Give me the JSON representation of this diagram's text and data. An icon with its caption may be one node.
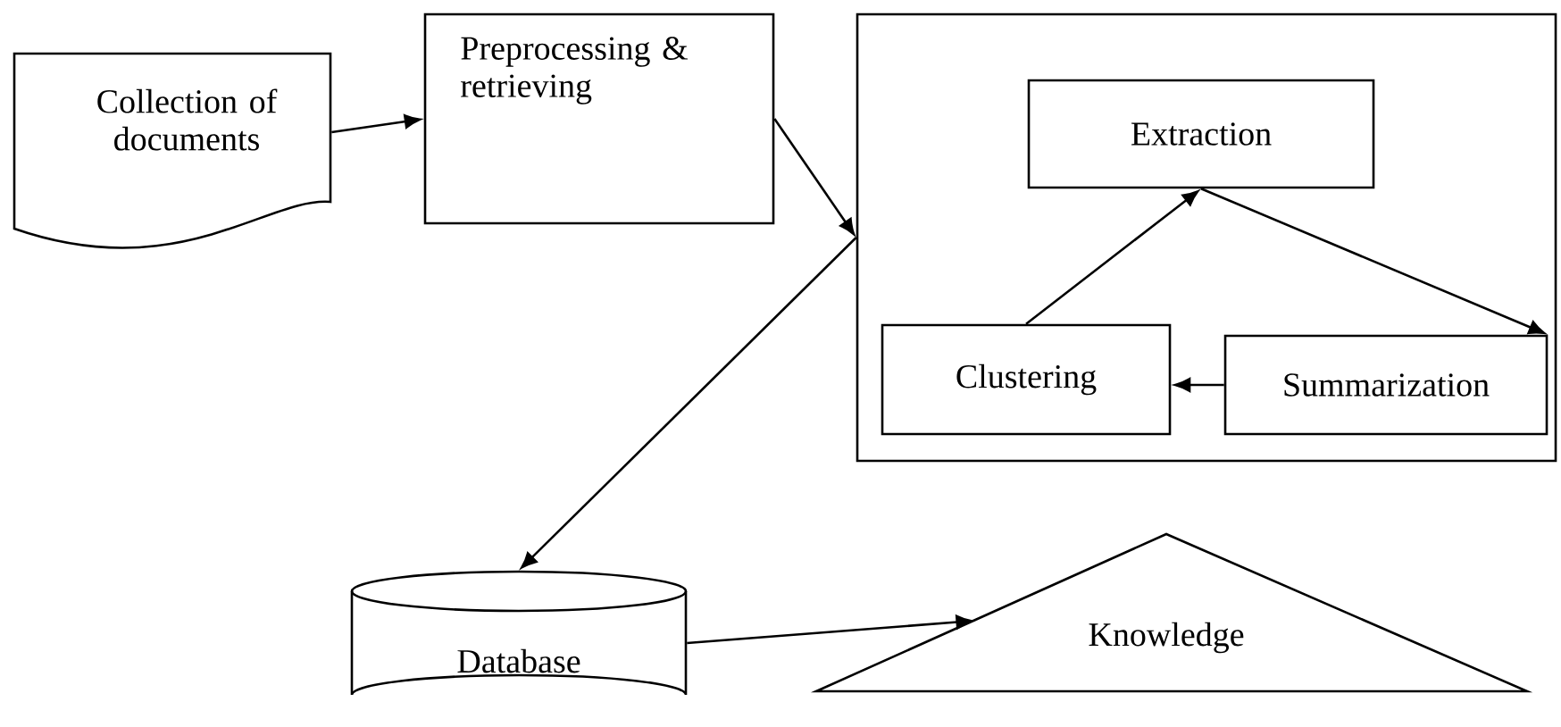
{
  "diagram": {
    "nodes": [
      {
        "text": [
          "Collection of documents"
        ]
      },
      {
        "text": [
          "Preprocessing & retrieving"
        ]
      },
      {
        "text": [],
        "shape": "box"
      },
      {
        "text": [
          "Extraction"
        ],
        "in": 2
      },
      {
        "text": [
          "Clustering"
        ],
        "in": 2
      },
      {
        "text": [
          "Summarization"
        ],
        "in": 2
      },
      {
        "text": [
          "Database"
        ]
      },
      {
        "text": [
          "Knowledge"
        ]
      }
    ],
    "edges": [
      {
        "from": 0,
        "to": 1,
        "arrow": "to"
      },
      {
        "from": 1,
        "to": 2,
        "arrow": "to"
      },
      {
        "from": 2,
        "to": 6,
        "arrow": "to"
      },
      {
        "from": 4,
        "to": 3,
        "arrow": "to"
      },
      {
        "from": 3,
        "to": 5,
        "arrow": "to"
      },
      {
        "from": 5,
        "to": 4,
        "arrow": "to"
      },
      {
        "from": 6,
        "to": 7,
        "arrow": "to"
      }
    ]
  }
}
